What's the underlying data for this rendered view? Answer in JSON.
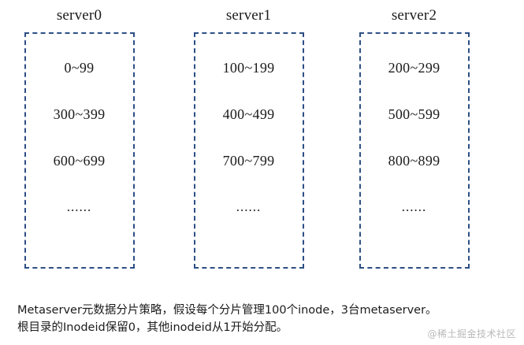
{
  "diagram": {
    "columns": [
      {
        "title": "server0",
        "ranges": [
          "0~99",
          "300~399",
          "600~699",
          "......"
        ]
      },
      {
        "title": "server1",
        "ranges": [
          "100~199",
          "400~499",
          "700~799",
          "......"
        ]
      },
      {
        "title": "server2",
        "ranges": [
          "200~299",
          "500~599",
          "800~899",
          "......"
        ]
      }
    ],
    "box_border_color": "#2c4f85"
  },
  "caption": {
    "line1": "Metaserver元数据分片策略，假设每个分片管理100个inode，3台metaserver。",
    "line2": "根目录的Inodeid保留0，其他inodeid从1开始分配。"
  },
  "watermark": {
    "text": "@稀土掘金技术社区"
  }
}
